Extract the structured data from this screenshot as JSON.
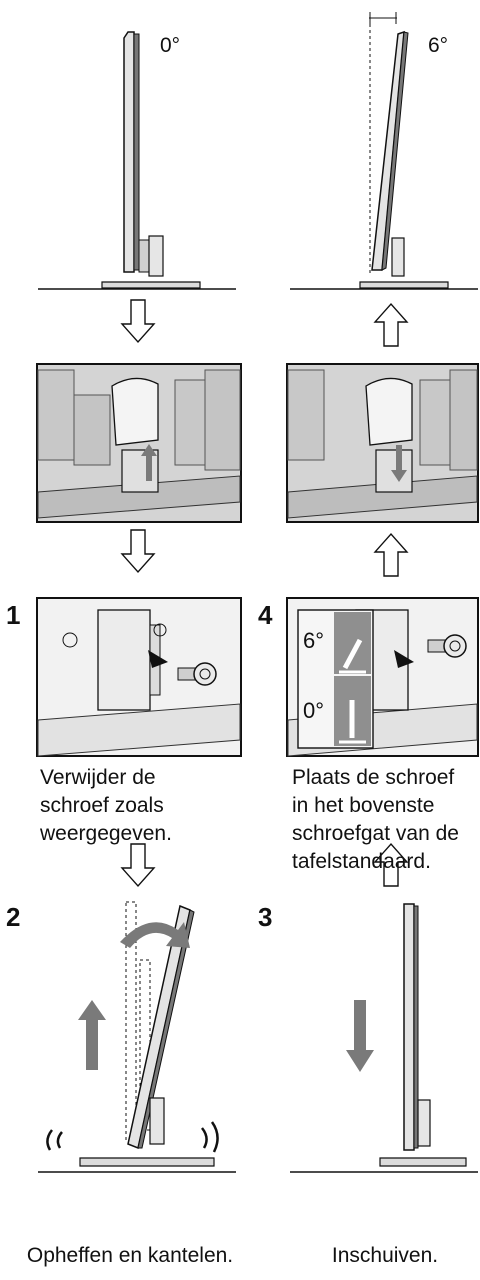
{
  "top": {
    "left_angle": "0°",
    "right_angle": "6°"
  },
  "steps": {
    "step1": {
      "number": "1",
      "caption": [
        "Verwijder de",
        "schroef zoals",
        "weergegeven."
      ]
    },
    "step2": {
      "number": "2",
      "caption": "Opheffen en kantelen."
    },
    "step3": {
      "number": "3",
      "caption": "Inschuiven."
    },
    "step4": {
      "number": "4",
      "caption": [
        "Plaats de schroef",
        "in het bovenste",
        "schroefgat van de",
        "tafelstandaard."
      ],
      "inset_upper": "6°",
      "inset_lower": "0°"
    }
  },
  "colors": {
    "line": "#111111",
    "panel_gray": "#d6d6d6",
    "panel_dark": "#8a8a8a",
    "arrow_gray": "#7a7a7a",
    "inset_bg": "#8f8f8f"
  }
}
